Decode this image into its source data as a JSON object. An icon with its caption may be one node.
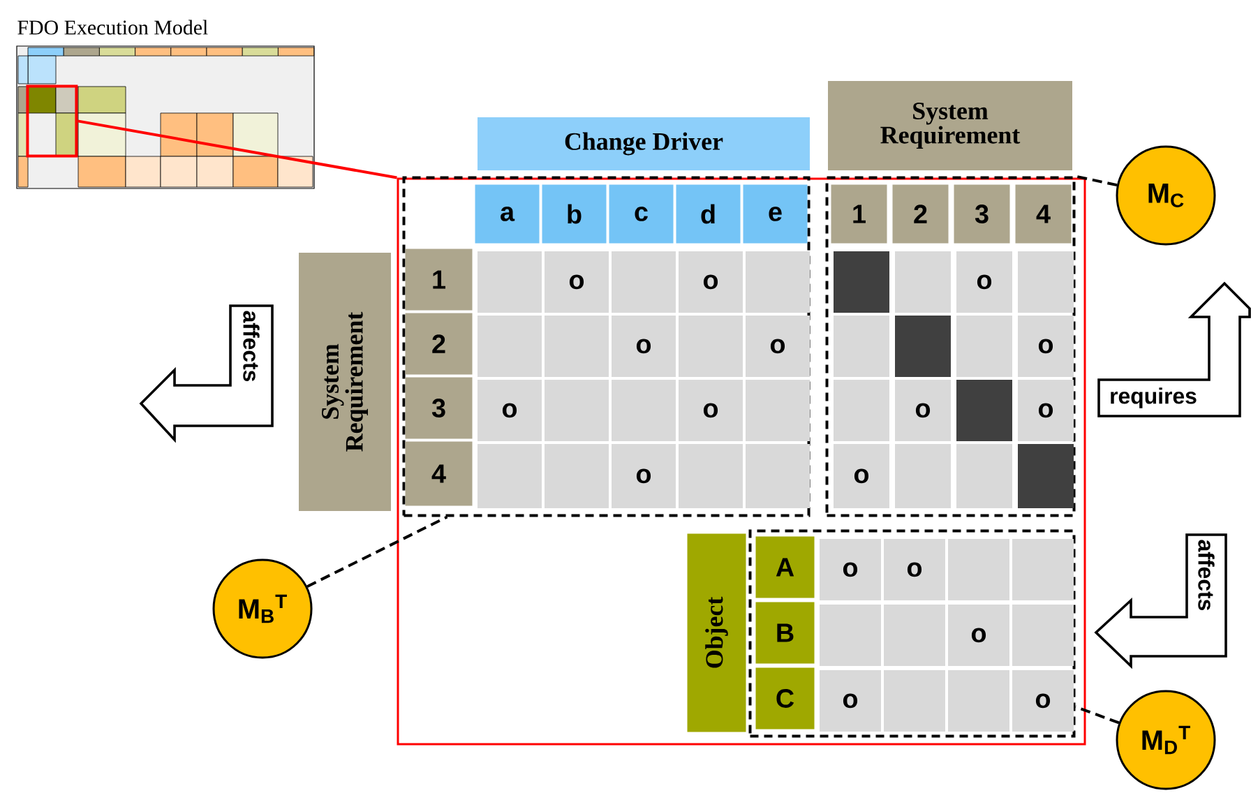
{
  "diagram": {
    "nodes": [
      {
        "text": [],
        "shape": "picture",
        "beside": [
          "FDO Execution Model"
        ]
      },
      {
        "text": [],
        "shape": "box",
        "in": 0
      },
      {
        "text": [],
        "shape": "box"
      },
      {
        "text": [
          "Change Driver"
        ]
      },
      {
        "text": [
          "System Requirement"
        ]
      },
      {
        "text": [],
        "shape": "box",
        "in": 2
      },
      {
        "text": [
          "a"
        ],
        "in": 5
      },
      {
        "text": [
          "b"
        ],
        "in": 5
      },
      {
        "text": [
          "c"
        ],
        "in": 5
      },
      {
        "text": [
          "d"
        ],
        "in": 5
      },
      {
        "text": [
          "e"
        ],
        "in": 5
      },
      {
        "text": [
          "1"
        ],
        "in": 5
      },
      {
        "text": [
          "2"
        ],
        "in": 5
      },
      {
        "text": [
          "3"
        ],
        "in": 5
      },
      {
        "text": [
          "4"
        ],
        "in": 5
      },
      {
        "text": [],
        "shape": "box",
        "in": 2
      },
      {
        "text": [
          "1"
        ],
        "in": 15
      },
      {
        "text": [
          "2"
        ],
        "in": 15
      },
      {
        "text": [
          "3"
        ],
        "in": 15
      },
      {
        "text": [
          "4"
        ],
        "in": 15
      },
      {
        "text": [
          "System Requirement"
        ]
      },
      {
        "text": [
          "Object"
        ],
        "in": 2
      },
      {
        "text": [],
        "shape": "box",
        "in": 2
      },
      {
        "text": [
          "A"
        ],
        "in": 22
      },
      {
        "text": [
          "B"
        ],
        "in": 22
      },
      {
        "text": [
          "C"
        ],
        "in": 22
      },
      {
        "text": [
          "M$_{C}$"
        ]
      },
      {
        "text": [
          "M$_{B}$$^{T}$"
        ]
      },
      {
        "text": [
          "M$_{D}$$^{T}$"
        ]
      },
      {
        "text": [
          "affects"
        ]
      },
      {
        "text": [
          "requires"
        ]
      },
      {
        "text": [
          "affects"
        ]
      }
    ],
    "edges": [
      {
        "from": 1,
        "to": 2,
        "arrow": "none",
        "color": "#ff0000"
      },
      {
        "from": 26,
        "to": 15,
        "arrow": "none",
        "style": "dashed"
      },
      {
        "from": 27,
        "to": 5,
        "arrow": "none",
        "style": "dashed"
      },
      {
        "from": 28,
        "to": 22,
        "arrow": "none",
        "style": "dashed"
      }
    ],
    "labels": [
      "o",
      "o",
      "o",
      "o",
      "o",
      "o",
      "o",
      "o",
      "o",
      "o",
      "o",
      "o",
      "o",
      "o",
      "o",
      "o",
      "o"
    ]
  }
}
